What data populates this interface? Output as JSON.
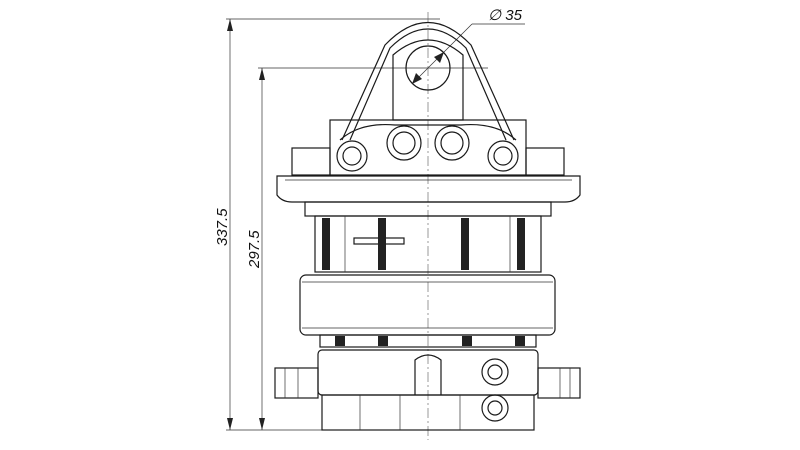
{
  "drawing": {
    "dimensions": {
      "hole_diameter": "∅ 35",
      "overall_height": "337.5",
      "height_to_hole_center": "297.5"
    },
    "line_color": "#1a1a1a",
    "background": "#ffffff"
  }
}
